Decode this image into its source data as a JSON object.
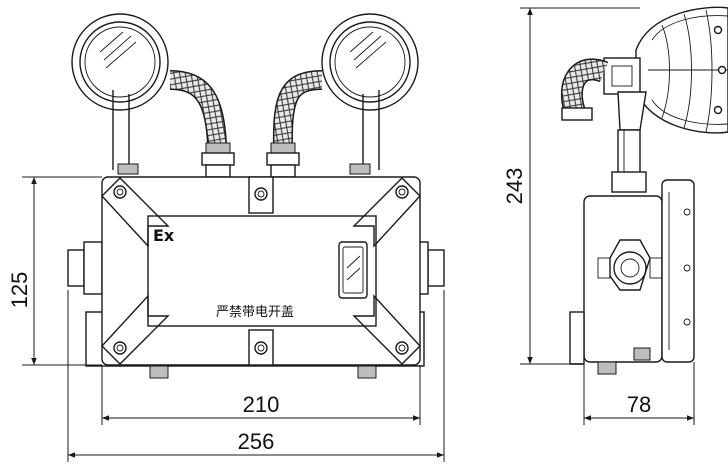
{
  "diagram": {
    "ex_mark": "Ex",
    "warning_label": "严禁带电开盖",
    "dimensions": {
      "height_front": "125",
      "inner_width": "210",
      "overall_width": "256",
      "overall_height": "243",
      "depth": "78"
    }
  }
}
